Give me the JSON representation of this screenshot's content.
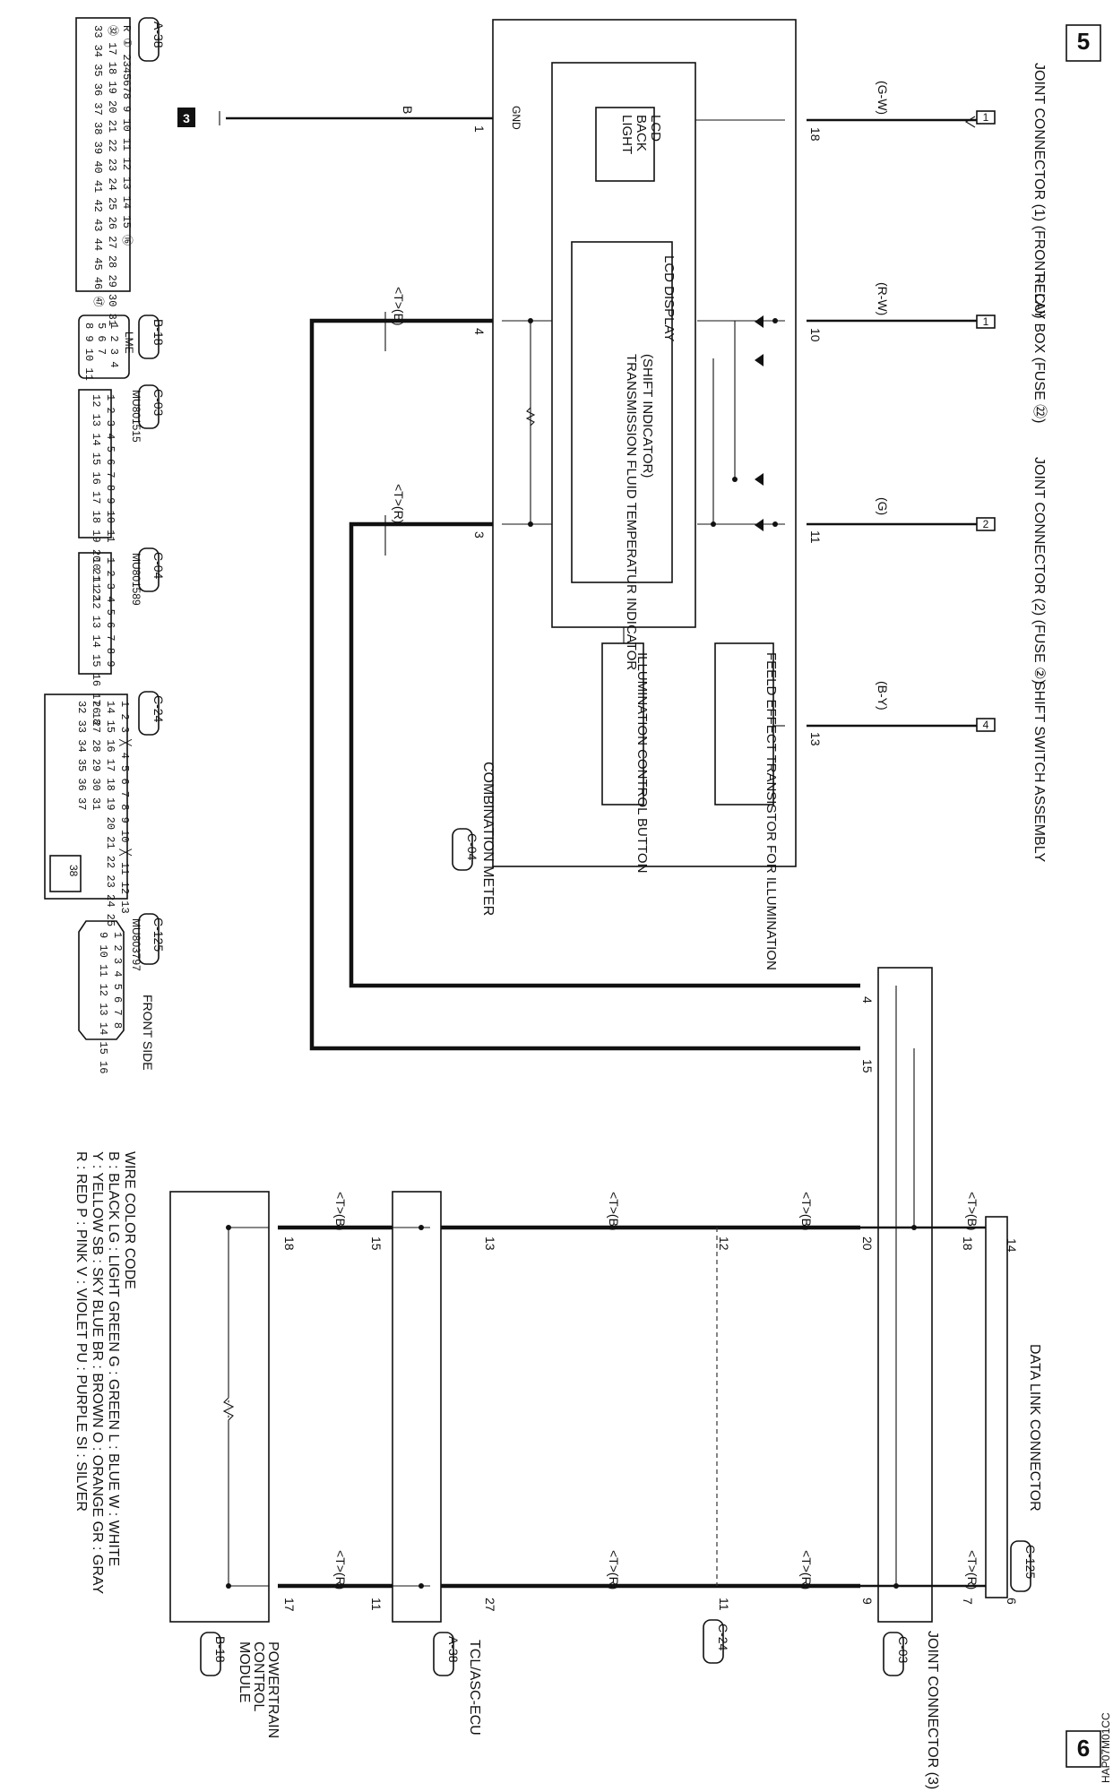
{
  "page": {
    "number_top": "5",
    "number_bottom": "6",
    "figure_id": "HAP07M01CC"
  },
  "connectors_top": [
    {
      "name": "JOINT CONNECTOR (1) (FRONT-ECU)",
      "pin": "1",
      "color": "(G-W)",
      "meter_pin": "18"
    },
    {
      "name": "RELAY BOX (FUSE ㉒)",
      "pin": "1",
      "color": "(R-W)",
      "meter_pin": "10"
    },
    {
      "name": "JOINT CONNECTOR (2) (FUSE ②)",
      "pin": "2",
      "color": "(G)",
      "meter_pin": "11"
    },
    {
      "name": "SHIFT SWITCH ASSEMBLY",
      "pin": "4",
      "color": "(B-Y)",
      "meter_pin": "13"
    }
  ],
  "meter": {
    "title": "COMBINATION METER",
    "code": "C-04",
    "lcd_back_light": "LCD BACK LIGHT",
    "lcd_display": "LCD DISPLAY",
    "shift_indicator": "(SHIFT INDICATOR)",
    "fluid_indicator": "TRANSMISSION FLUID TEMPERATUR INDICATOR",
    "fet": "FEELD EFFECT TRANSISTOR FOR ILLUMINATION",
    "illum_button": "ILLUMINATION CONTROL BUTTON",
    "gnd_label": "GND",
    "gnd_pin": "1",
    "gnd_color": "B",
    "gnd_ref": "3",
    "pin4": "4",
    "pin3": "3",
    "pin4_color": "<T>(B)",
    "pin3_color": "<T>(R)"
  },
  "joint3": {
    "name": "JOINT CONNECTOR (3)",
    "code": "C-03",
    "pins": [
      "4",
      "15",
      "20",
      "9",
      "18",
      "7"
    ]
  },
  "dlc": {
    "name": "DATA LINK CONNECTOR",
    "code": "C-125",
    "pins": [
      "14",
      "6"
    ]
  },
  "c24": {
    "code": "C-24",
    "pins": [
      "12",
      "11"
    ]
  },
  "tcu": {
    "name": "TCL/ASC-ECU",
    "code": "A-38",
    "pins": [
      "13",
      "15",
      "27",
      "11"
    ]
  },
  "pcm": {
    "name": "POWERTRAIN CONTROL MODULE",
    "code": "B-18",
    "pins": [
      "18",
      "17"
    ]
  },
  "line_labels": {
    "tb": "<T>(B)",
    "tr": "<T>(R)"
  },
  "connector_views": [
    {
      "code": "A-38"
    },
    {
      "code": "B-18",
      "mark": "LME"
    },
    {
      "code": "C-03",
      "part": "MU801515"
    },
    {
      "code": "C-04",
      "part": "MU801589"
    },
    {
      "code": "C-24"
    },
    {
      "code": "C-125",
      "part": "MU803797",
      "side": "FRONT SIDE"
    }
  ],
  "wire_color_code": {
    "title": "WIRE COLOR CODE",
    "rows": [
      "B : BLACK   LG : LIGHT GREEN   G : GREEN   L : BLUE   W : WHITE",
      "Y : YELLOW   SB : SKY BLUE   BR : BROWN   O : ORANGE   GR : GRAY",
      "R : RED   P : PINK   V : VIOLET   PU : PURPLE   SI : SILVER"
    ]
  }
}
